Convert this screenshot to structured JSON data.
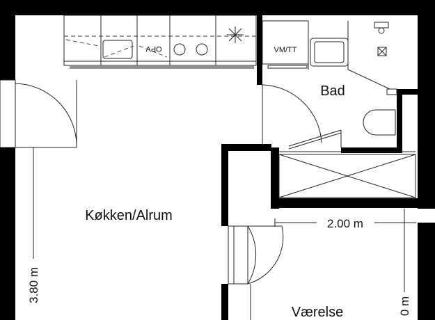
{
  "plan": {
    "rooms": {
      "kitchen": "Køkken/Alrum",
      "bath": "Bad",
      "bedroom": "Værelse"
    },
    "fixtures": {
      "dishwasher": "OPV",
      "washer_dryer": "VM/TT"
    },
    "dimensions": {
      "width": "2.00 m",
      "height_left": "3.80 m",
      "height_right": "0 m"
    }
  }
}
